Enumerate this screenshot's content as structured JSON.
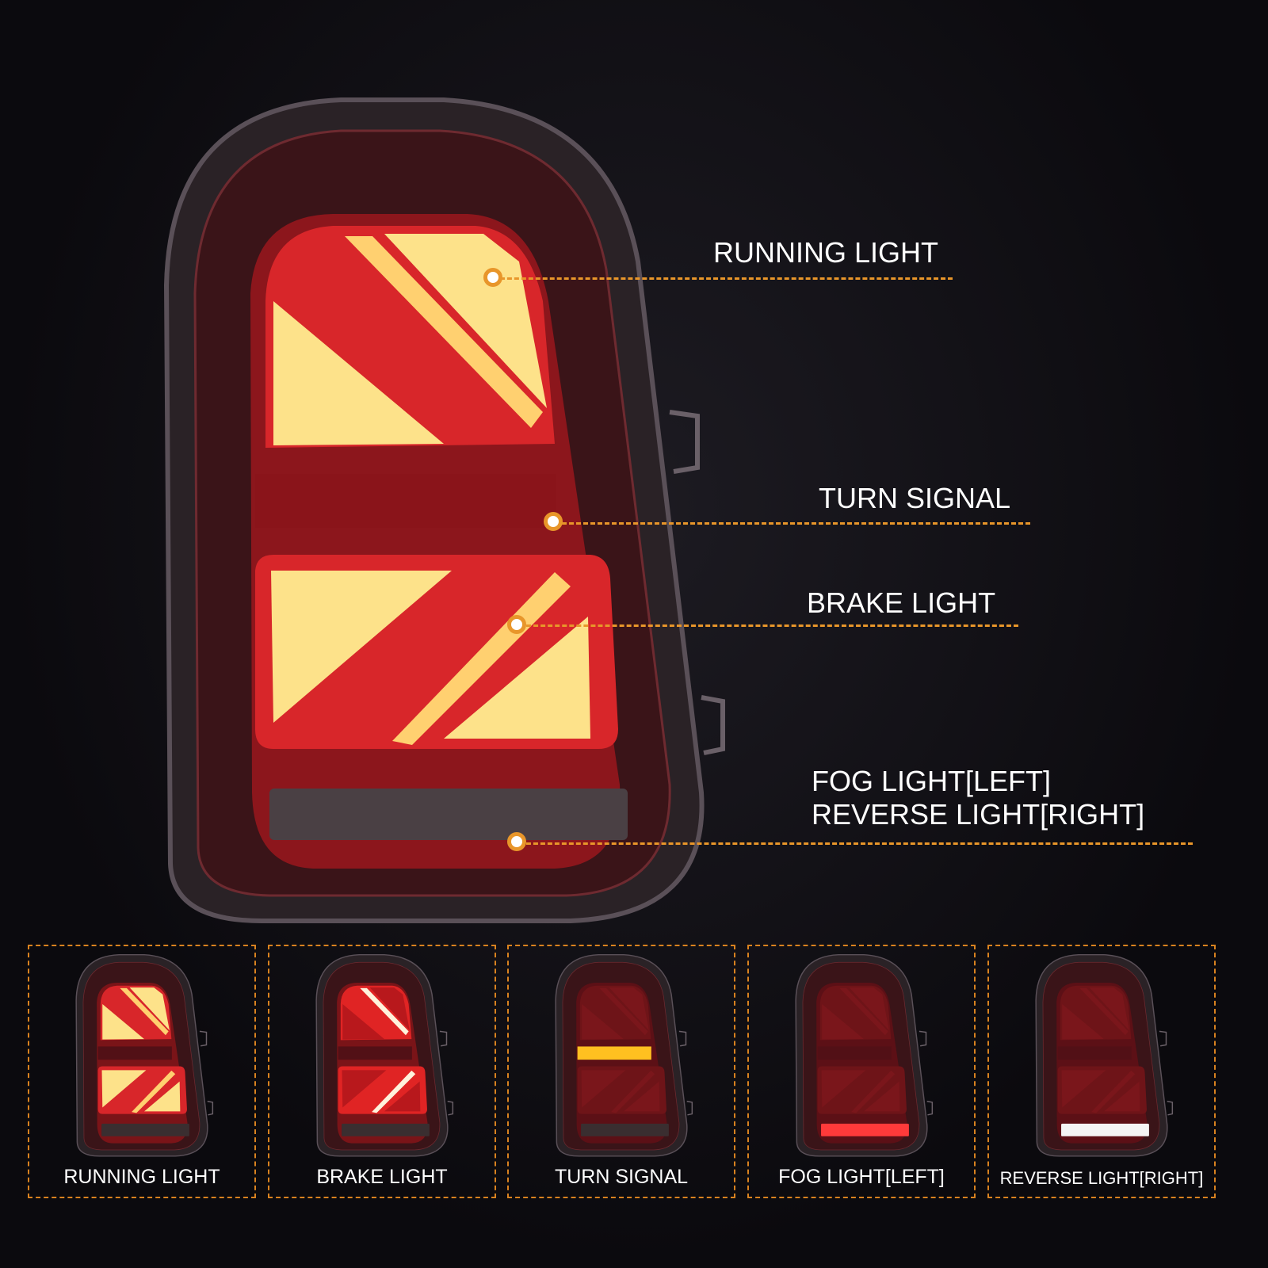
{
  "callouts": [
    {
      "label": "RUNNING LIGHT"
    },
    {
      "label": "TURN SIGNAL"
    },
    {
      "label": "BRAKE LIGHT"
    },
    {
      "label_line1": "FOG LIGHT[LEFT]",
      "label_line2": "REVERSE LIGHT[RIGHT]"
    }
  ],
  "thumbnails": [
    {
      "label": "RUNNING LIGHT"
    },
    {
      "label": "BRAKE LIGHT"
    },
    {
      "label": "TURN SIGNAL"
    },
    {
      "label": "FOG LIGHT[LEFT]"
    },
    {
      "label": "REVERSE LIGHT[RIGHT]"
    }
  ],
  "colors": {
    "accent": "#e8962a",
    "running": "#fde28a",
    "brake": "#d81f1f",
    "turn": "#ffc020",
    "background": "#0b0a0e"
  }
}
